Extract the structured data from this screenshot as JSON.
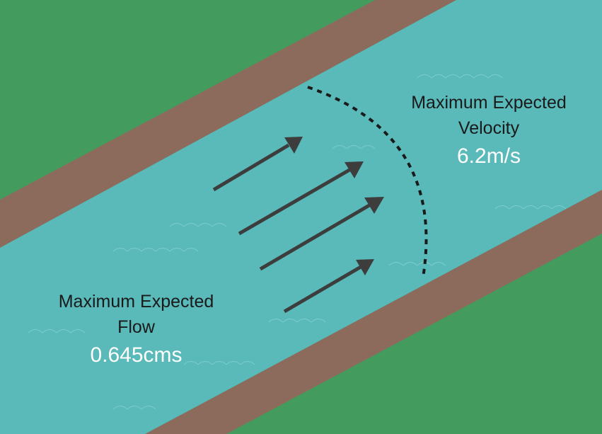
{
  "colors": {
    "grass": "#449b5e",
    "bank": "#8d6b5c",
    "water": "#5ab9b9",
    "arrow": "#3d3d3d",
    "text_dark": "#1a1a1a",
    "text_light": "#ffffff"
  },
  "velocity": {
    "title_line1": "Maximum Expected",
    "title_line2": "Velocity",
    "value": "6.2m/s"
  },
  "flow": {
    "title_line1": "Maximum Expected",
    "title_line2": "Flow",
    "value": "0.645cms"
  },
  "icons": [
    "flow-arrow-icon",
    "velocity-arc",
    "wave-icon"
  ]
}
